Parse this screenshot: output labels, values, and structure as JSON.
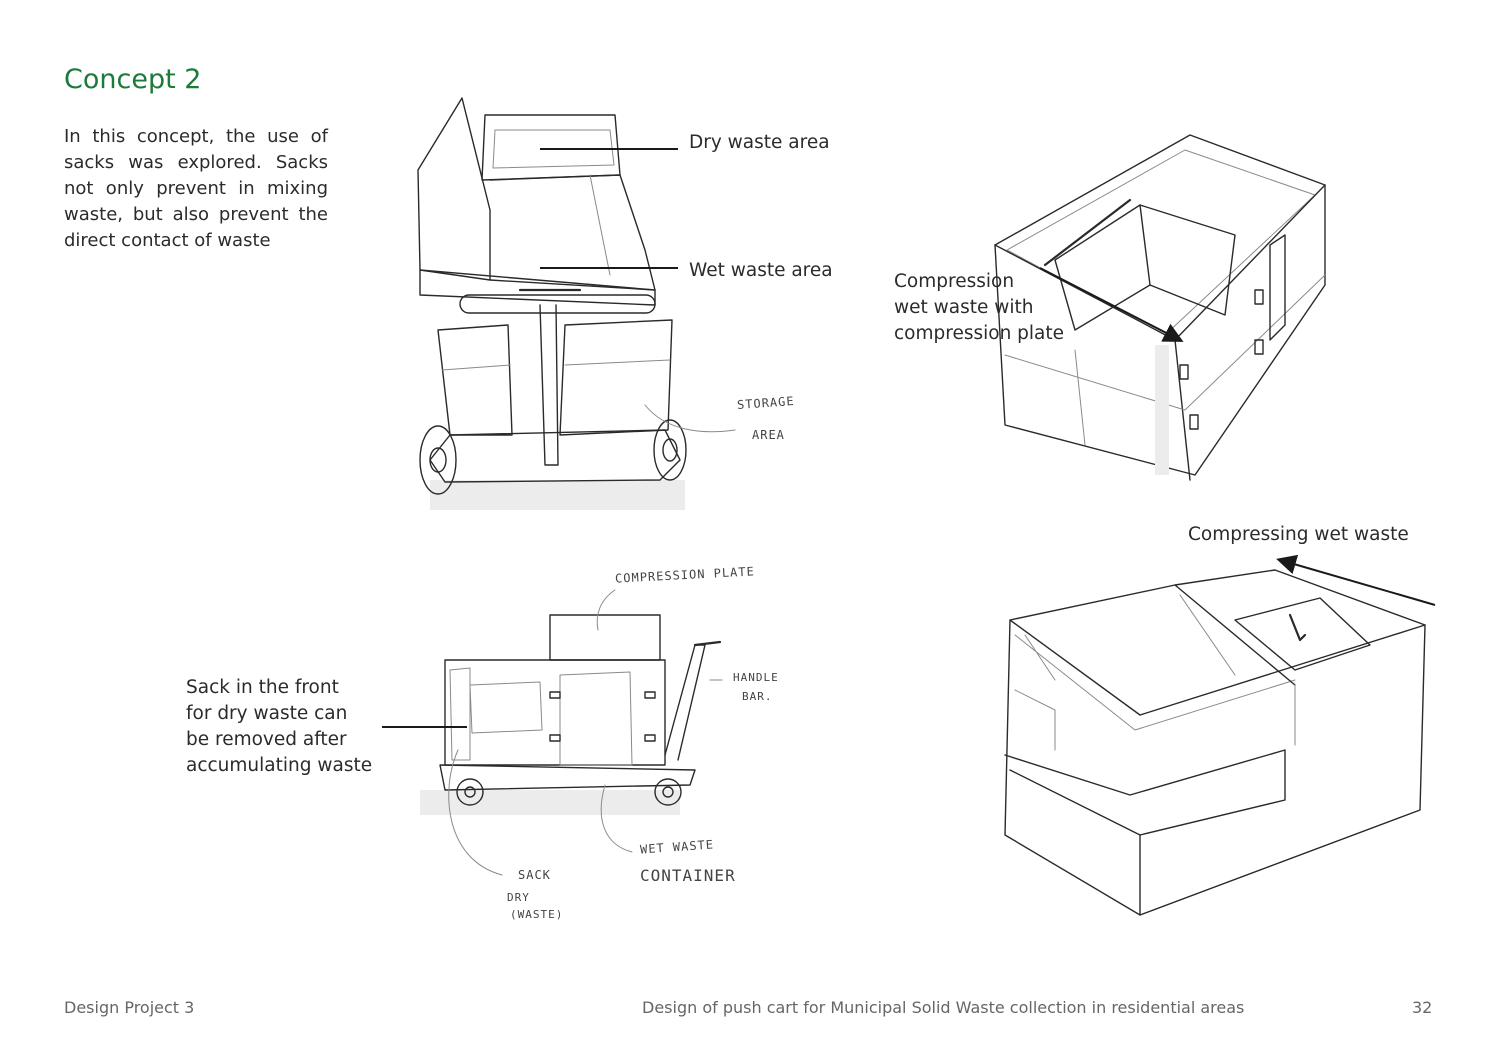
{
  "page": {
    "title": "Concept 2",
    "intro": "In this concept, the use of sacks was explored. Sacks not only prevent in mixing waste, but also prevent the direct contact of waste"
  },
  "labels": {
    "dry_waste_area": "Dry waste area",
    "wet_waste_area": "Wet waste area",
    "compression_line1": "Compression",
    "compression_line2": "wet waste with",
    "compression_line3": "compression plate",
    "compressing_wet_waste": "Compressing wet waste",
    "sack_line1": "Sack in the front",
    "sack_line2": "for dry waste can",
    "sack_line3": "be removed after",
    "sack_line4": "accumulating waste"
  },
  "handwritten": {
    "storage": "STORAGE",
    "area": "AREA",
    "compression_plate": "COMPRESSION PLATE",
    "handle": "HANDLE",
    "bar": "BAR.",
    "wet_waste": "WET WASTE",
    "container": "CONTAINER",
    "sack": "SACK",
    "dry": "DRY",
    "waste": "(WASTE)"
  },
  "footer": {
    "left": "Design Project 3",
    "center": "Design of push cart for Municipal Solid Waste collection in residential areas",
    "page_number": "32"
  }
}
